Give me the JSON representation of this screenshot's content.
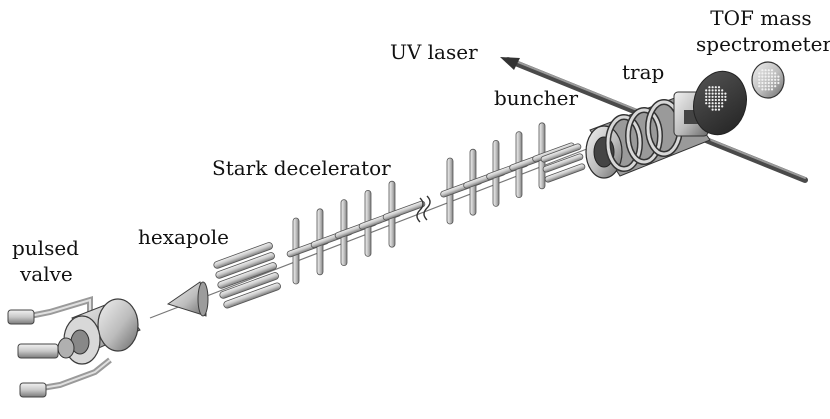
{
  "labels": {
    "pulsed_valve_line1": "pulsed",
    "pulsed_valve_line2": "valve",
    "hexapole": "hexapole",
    "stark_decelerator": "Stark decelerator",
    "uv_laser": "UV laser",
    "buncher": "buncher",
    "trap": "trap",
    "tof_line1": "TOF mass",
    "tof_line2": "spectrometer"
  },
  "colors": {
    "metal_light": "#e6e6e6",
    "metal_mid": "#b4b4b4",
    "metal_dark": "#6e6e6e",
    "outline": "#3c3c3c",
    "text": "#111111"
  }
}
